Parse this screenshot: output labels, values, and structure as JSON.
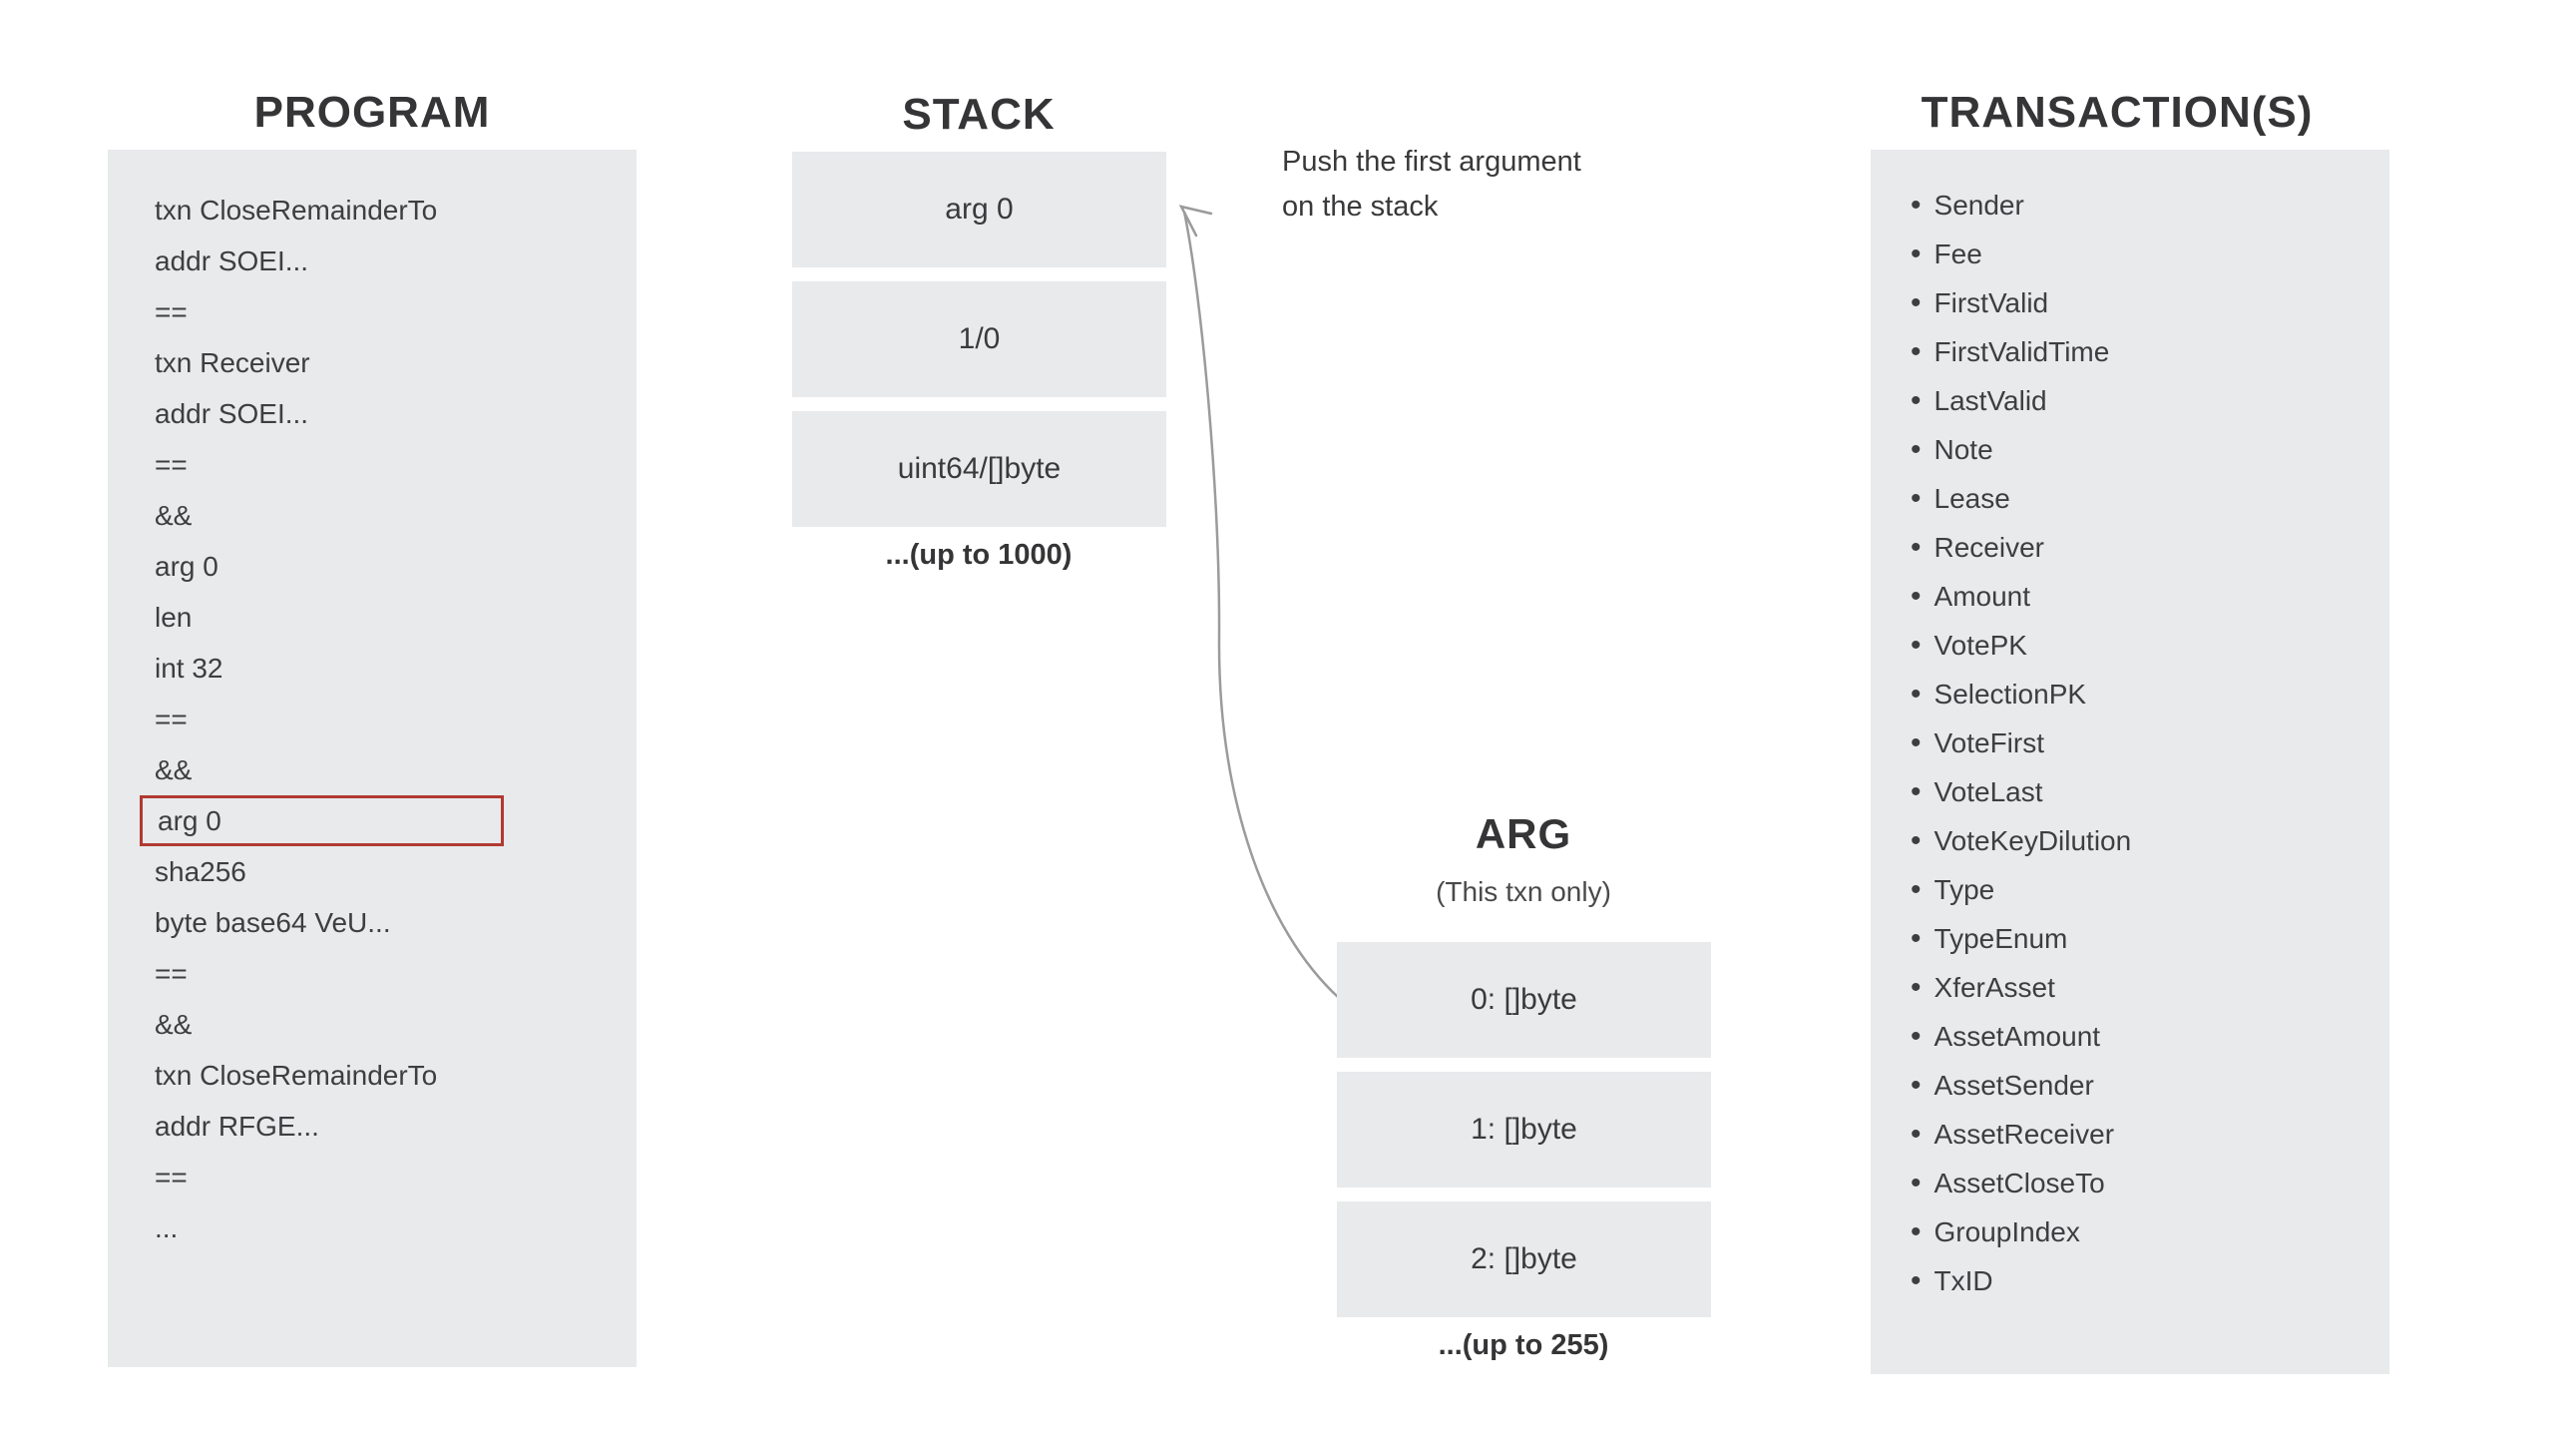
{
  "program": {
    "title": "PROGRAM",
    "lines": [
      "txn CloseRemainderTo",
      "addr SOEI...",
      "==",
      "txn Receiver",
      "addr SOEI...",
      "==",
      "&&",
      "arg 0",
      "len",
      "int 32",
      "==",
      "&&",
      "arg 0",
      "sha256",
      "byte base64 VeU...",
      "==",
      "&&",
      "txn CloseRemainderTo",
      "addr RFGE...",
      "==",
      "..."
    ],
    "highlighted_line": "arg 0",
    "highlighted_index": 12
  },
  "stack": {
    "title": "STACK",
    "boxes": [
      "arg 0",
      "1/0",
      "uint64/[]byte"
    ],
    "more_label": "...(up to 1000)"
  },
  "annotation": {
    "line1": "Push the first argument",
    "line2": "on the stack"
  },
  "arg": {
    "title": "ARG",
    "subtitle": "(This txn only)",
    "boxes": [
      "0: []byte",
      "1: []byte",
      "2: []byte"
    ],
    "more_label": "...(up to 255)"
  },
  "transactions": {
    "title": "TRANSACTION(S)",
    "items": [
      "Sender",
      "Fee",
      "FirstValid",
      "FirstValidTime",
      "LastValid",
      "Note",
      "Lease",
      "Receiver",
      "Amount",
      "VotePK",
      "SelectionPK",
      "VoteFirst",
      "VoteLast",
      "VoteKeyDilution",
      "Type",
      "TypeEnum",
      "XferAsset",
      "AssetAmount",
      "AssetSender",
      "AssetReceiver",
      "AssetCloseTo",
      "GroupIndex",
      "TxID"
    ]
  },
  "colors": {
    "panel_bg": "#e8eaec",
    "text": "#3a3a3c",
    "highlight_border": "#b23a31",
    "arrow": "#9b9b9b"
  }
}
